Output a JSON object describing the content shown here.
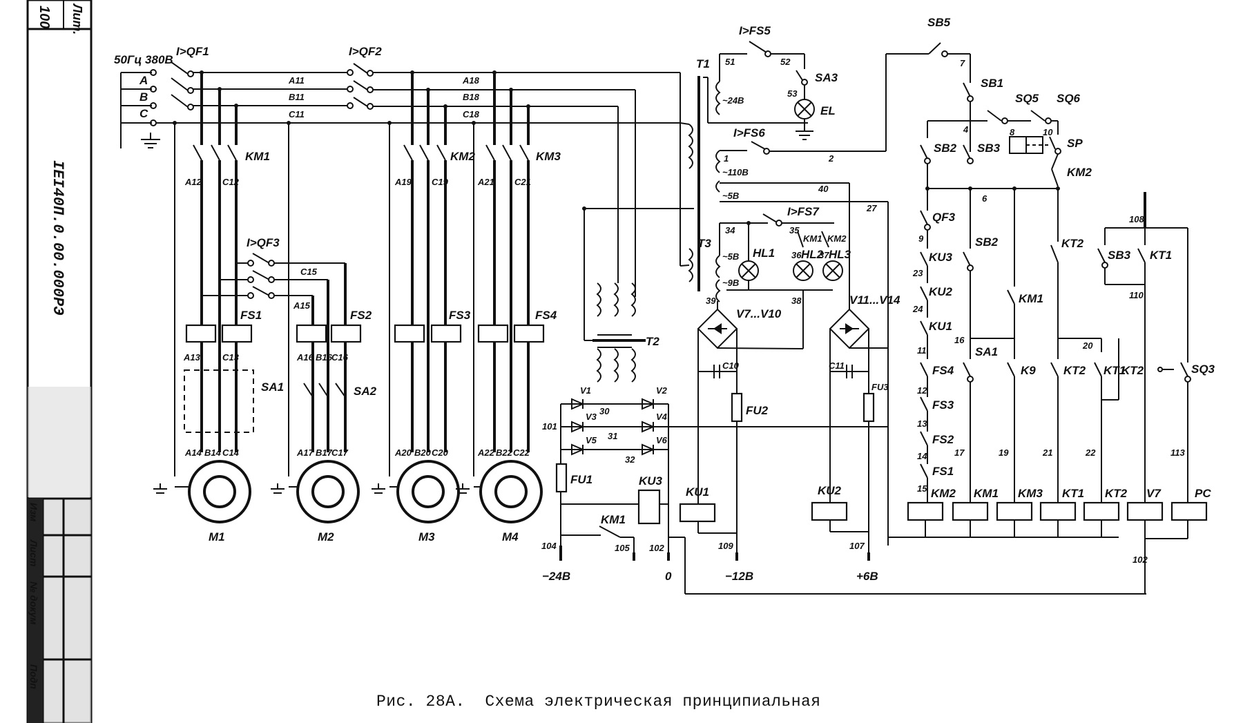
{
  "title_block": {
    "sheet_label": "Лит.",
    "sheet_number": "100",
    "document_code": "IEI40П.0.00.000РЭ",
    "revision_columns": [
      "Изм",
      "Лист",
      "№ докум",
      "Подп"
    ]
  },
  "caption": "Рис. 28А.  Схема электрическая принципиальная",
  "supply": {
    "label": "50Гц 380В",
    "phases": [
      "A",
      "B",
      "C"
    ]
  },
  "breakers": {
    "qf1": "I>QF1",
    "qf2": "I>QF2",
    "qf3": "I>QF3",
    "qf3_ctrl": "QF3"
  },
  "bus_labels": {
    "a11": "A11",
    "b11": "B11",
    "c11": "C11",
    "a18": "A18",
    "b18": "B18",
    "c18": "C18"
  },
  "contactors": {
    "km1": "KM1",
    "km2": "KM2",
    "km3": "KM3"
  },
  "wire_labels": {
    "a12": "A12",
    "c12": "C12",
    "a19": "A19",
    "c19": "C19",
    "a21": "A21",
    "c21": "C21",
    "c15_top": "C15",
    "a15": "A15",
    "a13": "A13",
    "c13": "C13",
    "a16": "A16",
    "b16": "B16",
    "c16": "C16",
    "a14": "A14",
    "b14": "B14",
    "c14": "C14",
    "a17": "A17",
    "b17": "B17",
    "c17": "C17",
    "a20": "A20",
    "b20": "B20",
    "c20": "C20",
    "a22": "A22",
    "b22": "B22",
    "c22": "C22"
  },
  "thermal_relays": {
    "fs1": "FS1",
    "fs2": "FS2",
    "fs3": "FS3",
    "fs4": "FS4"
  },
  "switches": {
    "sa1": "SA1",
    "sa2": "SA2",
    "sa3": "SA3"
  },
  "motors": [
    "M1",
    "M2",
    "M3",
    "M4"
  ],
  "transformers": {
    "t1": "T1",
    "t2": "T2",
    "t3": "T3",
    "t1_24v": "~24В",
    "t1_110v": "~110В",
    "t1_5v": "~5В",
    "t3_5v": "~5В",
    "t3_9v": "~9В"
  },
  "lighting": {
    "fs5": "I>FS5",
    "fs6": "I>FS6",
    "fs7": "I>FS7",
    "lamp": "EL",
    "n51": "51",
    "n52": "52",
    "n53": "53",
    "n1": "1",
    "n2": "2",
    "n40": "40",
    "n27": "27"
  },
  "signal_lamps": {
    "hl1": "HL1",
    "hl2": "HL2",
    "hl3": "HL3",
    "n34": "34",
    "n35": "35",
    "n36": "36",
    "n37": "37",
    "n38": "38",
    "n39": "39",
    "km1": "KM1",
    "km2": "KM2"
  },
  "rectifiers": {
    "bridge1": "V7...V10",
    "bridge2": "V11...V14",
    "c10": "C10",
    "c11": "C11",
    "fu1": "FU1",
    "fu2": "FU2",
    "fu3": "FU3",
    "diodes": [
      "V1",
      "V2",
      "V3",
      "V4",
      "V5",
      "V6"
    ],
    "n30": "30",
    "n31": "31",
    "n32": "32",
    "n101": "101"
  },
  "dc_relays": {
    "ku1": "KU1",
    "ku2": "KU2",
    "ku3": "KU3",
    "km1": "KM1"
  },
  "dc_outputs": [
    {
      "node": "104",
      "voltage": "−24В"
    },
    {
      "node": "105",
      "voltage": ""
    },
    {
      "node": "102",
      "voltage": "0"
    },
    {
      "node": "109",
      "voltage": "−12В"
    },
    {
      "node": "107",
      "voltage": "+6В"
    }
  ],
  "control": {
    "sb5": "SB5",
    "sb1": "SB1",
    "sb2": "SB2",
    "sb3": "SB3",
    "sb2b": "SB2",
    "sb3b": "SB3",
    "sq5": "SQ5",
    "sq6": "SQ6",
    "sq3": "SQ3",
    "sp": "SP",
    "km2": "KM2",
    "n7": "7",
    "n4": "4",
    "n8": "8",
    "n10": "10",
    "n6": "6",
    "n9": "9",
    "n23": "23",
    "n24": "24",
    "n11": "11",
    "n12": "12",
    "n13": "13",
    "n14": "14",
    "n15": "15",
    "n16": "16",
    "n17": "17",
    "n19": "19",
    "n20": "20",
    "n21": "21",
    "n22": "22",
    "n108": "108",
    "n110": "110",
    "n113": "113",
    "n102": "102",
    "ku3": "KU3",
    "ku2": "KU2",
    "ku1": "KU1",
    "fs4": "FS4",
    "fs3": "FS3",
    "fs2": "FS2",
    "fs1": "FS1",
    "km11": "KM1",
    "sa1": "SA1",
    "k9": "K9",
    "kt2a": "KT2",
    "kt2b": "KT2",
    "kt2c": "KT2",
    "kt1a": "KT1",
    "kt1b": "KT1"
  },
  "coils": [
    "KM2",
    "KM1",
    "KM3",
    "KT1",
    "KT2",
    "V7",
    "PC"
  ]
}
